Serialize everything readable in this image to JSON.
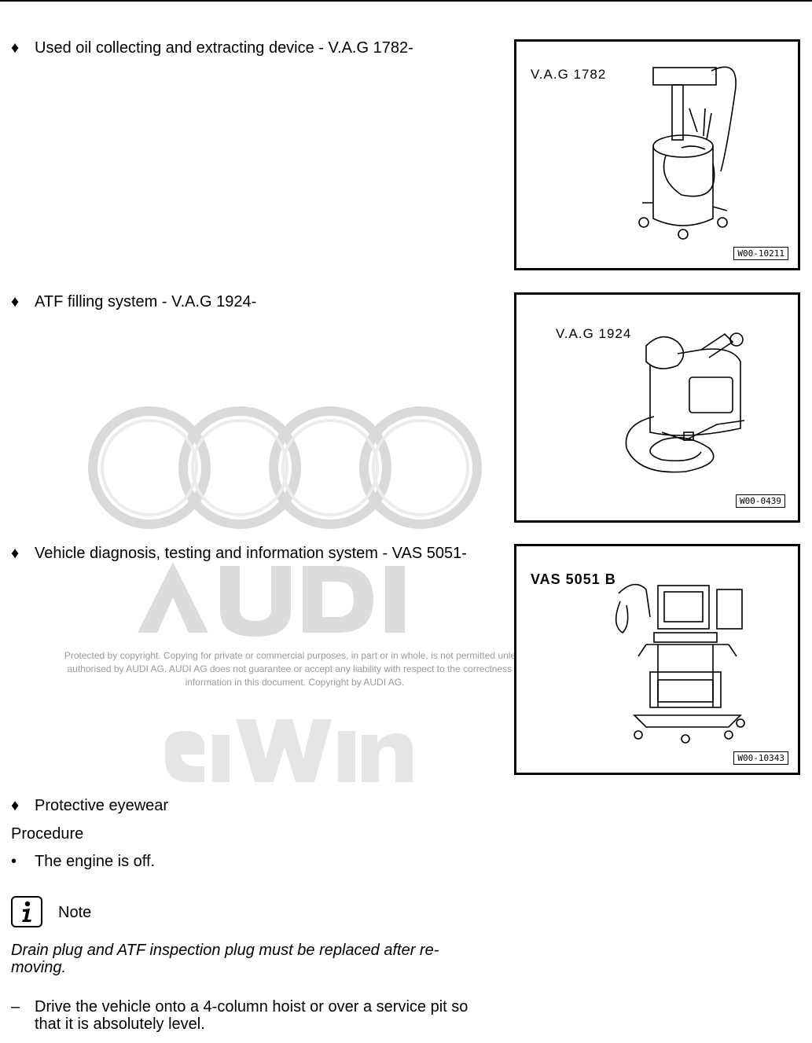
{
  "items": [
    {
      "marker": "♦",
      "text": "Used oil collecting and extracting device - V.A.G 1782-"
    },
    {
      "marker": "♦",
      "text": "ATF filling system - V.A.G 1924-"
    },
    {
      "marker": "♦",
      "text": "Vehicle diagnosis, testing and information system - VAS 5051-"
    },
    {
      "marker": "♦",
      "text": "Protective eyewear"
    }
  ],
  "procedure": {
    "heading": "Procedure",
    "condition_marker": "•",
    "condition": "The engine is off."
  },
  "note": {
    "label": "Note",
    "icon": "info-icon",
    "text": "Drain plug and ATF inspection plug must be replaced after re-moving."
  },
  "step": {
    "marker": "–",
    "text": "Drive the vehicle onto a 4-column hoist or over a service pit so that it is absolutely level."
  },
  "figures": [
    {
      "label": "V.A.G 1782",
      "code": "W00-10211"
    },
    {
      "label": "V.A.G 1924",
      "code": "W00-0439"
    },
    {
      "label": "VAS 5051 B",
      "code": "W00-10343"
    }
  ],
  "watermark": {
    "brand": "AUDI",
    "copyright": "Protected by copyright. Copying for private or commercial purposes, in part or in whole, is not permitted unless authorised by AUDI AG. AUDI AG does not guarantee or accept any liability with respect to the correctness of information in this document. Copyright by AUDI AG.",
    "secondary": "erWin"
  }
}
